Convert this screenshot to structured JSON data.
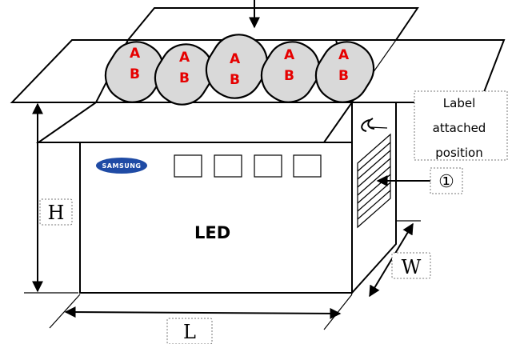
{
  "reels": [
    {
      "top": "A",
      "bottom": "B"
    },
    {
      "top": "A",
      "bottom": "B"
    },
    {
      "top": "A",
      "bottom": "B"
    },
    {
      "top": "A",
      "bottom": "B"
    },
    {
      "top": "A",
      "bottom": "B"
    }
  ],
  "brand_logo_text": "SAMSUNG",
  "box_label": "LED",
  "label_position_note": [
    "Label",
    "attached",
    "position"
  ],
  "callout_marker": "①",
  "dimensions": {
    "height": "H",
    "width": "W",
    "length": "L"
  },
  "colors": {
    "reel_fill": "#d9d9d9",
    "reel_text": "#e60000",
    "logo": "#1f4ba5"
  }
}
